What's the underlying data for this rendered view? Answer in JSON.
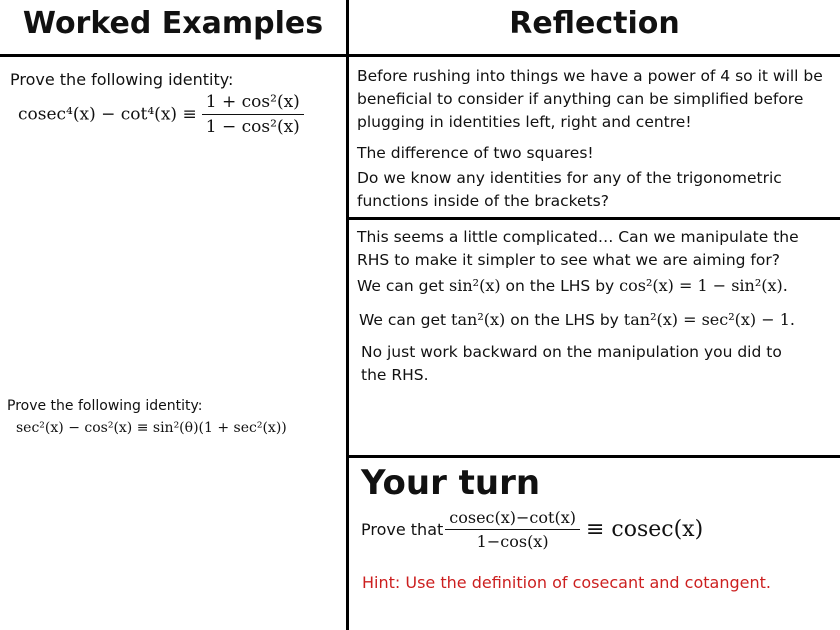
{
  "headers": {
    "left": "Worked Examples",
    "right": "Reflection"
  },
  "example1": {
    "prompt": "Prove the following identity:",
    "lhs": "cosec⁴(x) − cot⁴(x) ≡",
    "num": "1 + cos²(x)",
    "den": "1 − cos²(x)"
  },
  "example2": {
    "prompt": "Prove the following identity:",
    "identity": "sec²(x) − cos²(x) ≡ sin²(θ)(1 + sec²(x))"
  },
  "reflection1": {
    "p1": "Before rushing into things we have a power of 4 so it will be beneficial to consider if anything can be simplified before plugging in identities left, right and centre!",
    "p2": "The difference of two squares!",
    "p3": "Do we know any identities for any of the trigonometric functions inside of the brackets?"
  },
  "reflection2": {
    "p1": "This seems a little complicated… Can we manipulate the RHS to make it simpler to see what we are aiming for?",
    "p2_text": "We can get",
    "p2_math1": "sin²(x)",
    "p2_mid": "on the LHS by",
    "p2_math2": "cos²(x) = 1 − sin²(x).",
    "p3_text": "We can get",
    "p3_math1": "tan²(x)",
    "p3_mid": "on the LHS by",
    "p3_math2": "tan²(x) = sec²(x) − 1.",
    "p4": "No just work backward on the manipulation you did to the RHS."
  },
  "your_turn": {
    "title": "Your turn",
    "prove_label": "Prove that",
    "num": "cosec(x)−cot(x)",
    "den": "1−cos(x)",
    "rhs": "≡ cosec(x)",
    "hint": "Hint: Use the definition of cosecant and cotangent."
  }
}
